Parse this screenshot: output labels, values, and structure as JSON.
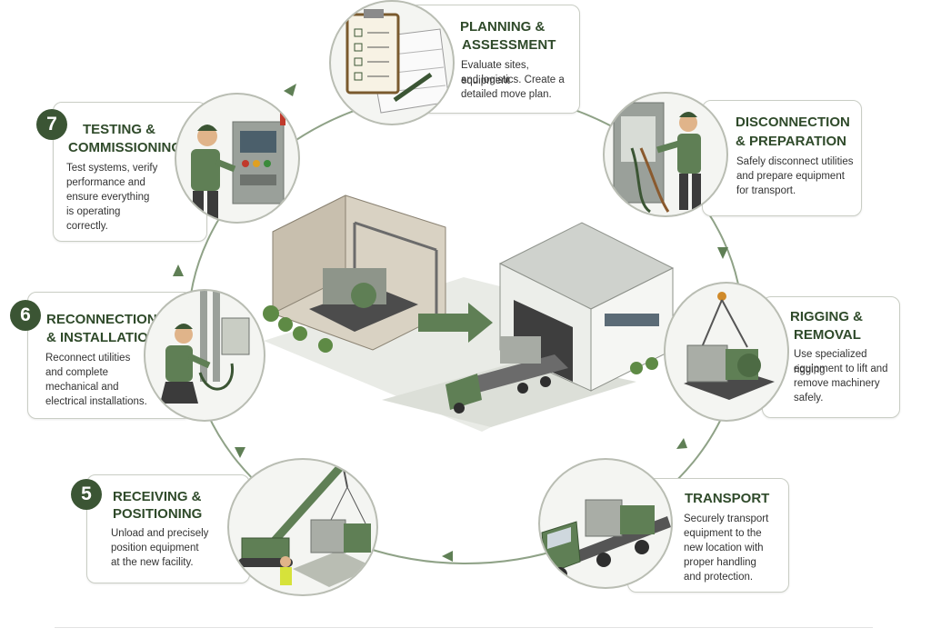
{
  "colors": {
    "accent": "#3b5534",
    "equipment_green": "#5f7f55",
    "cycle_line": "#8fa287",
    "card_border": "#c9cdc4"
  },
  "center_illustration": {
    "description_icons": [
      "old-facility-icon",
      "arrow-right-icon",
      "new-facility-icon",
      "truck-icon"
    ]
  },
  "steps": {
    "planning": {
      "title_1": "PLANNING &",
      "title_2": "ASSESSMENT",
      "desc": [
        "Evaluate sites, equipment",
        "and logistics. Create a",
        "detailed move plan."
      ],
      "icon": "clipboard-checklist-icon"
    },
    "disconnection": {
      "title_1": "DISCONNECTION",
      "title_2": "& PREPARATION",
      "desc": [
        "Safely disconnect utilities",
        "and prepare equipment",
        "for transport."
      ],
      "icon": "technician-panel-icon"
    },
    "rigging": {
      "title_1": "RIGGING &",
      "title_2": "REMOVAL",
      "desc": [
        "Use specialized rigging",
        "equipment to lift and",
        "remove machinery",
        "safely."
      ],
      "icon": "hoisted-machine-icon"
    },
    "transport": {
      "title_1": "TRANSPORT",
      "desc": [
        "Securely transport",
        "equipment to the",
        "new location with",
        "proper handling",
        "and protection."
      ],
      "icon": "flatbed-truck-icon"
    },
    "receiving": {
      "number": "5",
      "title_1": "RECEIVING &",
      "title_2": "POSITIONING",
      "desc": [
        "Unload and precisely",
        "position equipment",
        "at the new facility."
      ],
      "icon": "crane-lift-icon"
    },
    "reconnection": {
      "number": "6",
      "title_1": "RECONNECTION",
      "title_2": "& INSTALLATION",
      "desc": [
        "Reconnect utilities",
        "and complete",
        "mechanical and",
        "electrical installations."
      ],
      "icon": "technician-wiring-icon"
    },
    "testing": {
      "number": "7",
      "title_1": "TESTING &",
      "title_2": "COMMISSIONING",
      "desc": [
        "Test systems, verify",
        "performance and",
        "ensure everything",
        "is operating",
        "correctly."
      ],
      "icon": "technician-control-panel-icon"
    }
  }
}
